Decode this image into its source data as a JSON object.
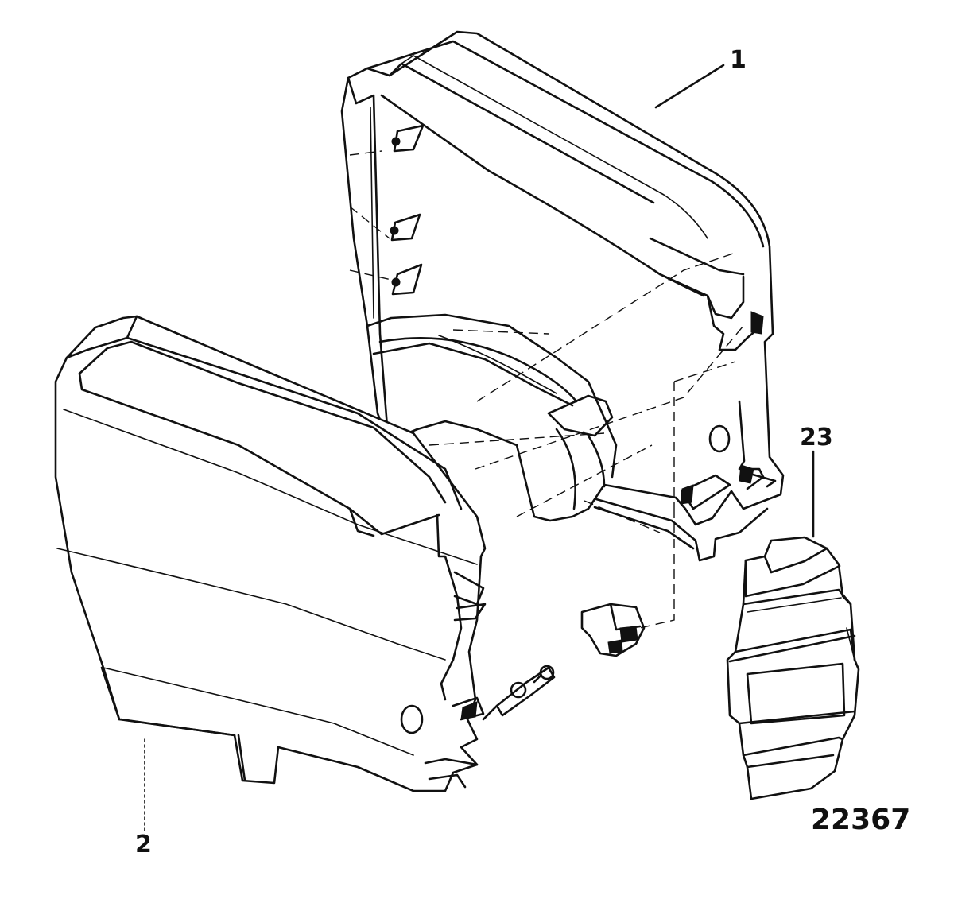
{
  "callouts": {
    "part_1": "1",
    "part_2": "2",
    "part_23": "23"
  },
  "figure_number": "22367"
}
